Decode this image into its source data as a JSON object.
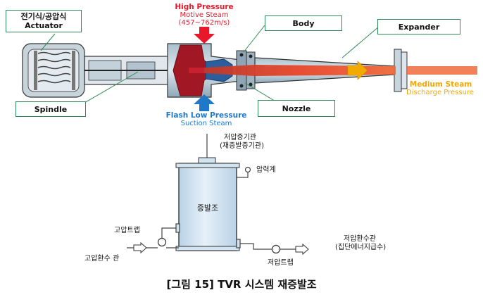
{
  "labels": {
    "actuator": "전기식/공압식\nActuator",
    "body": "Body",
    "expander": "Expander",
    "spindle": "Spindle",
    "nozzle": "Nozzle"
  },
  "steam": {
    "high_title": "High Pressure",
    "high_sub": "Motive Steam",
    "high_speed": "(457~762m/s)",
    "flash_title": "Flash Low Pressure",
    "flash_sub": "Suction Steam",
    "medium_title": "Medium Steam",
    "medium_sub": "Discharge Pressure"
  },
  "piping": {
    "lp_steam_pipe": "저압증기관",
    "lp_steam_pipe_sub": "(재증발증기관)",
    "pressure_gauge": "압력계",
    "flash_tank": "증발조",
    "hp_trap": "고압트랩",
    "hp_return": "고압환수 관",
    "lp_trap": "저압트랩",
    "lp_return": "저압환수관",
    "lp_return_sub": "(집단에너지급수)"
  },
  "caption": "[그림 15] TVR 시스템 재증발조",
  "colors": {
    "box_border": "#2e8b57",
    "high_red": "#e8182a",
    "flash_blue": "#1f78c8",
    "medium_orange": "#f2a900",
    "steam_jet": "#e8462a",
    "body_steel": "#7f9fb4",
    "tank_fill": "#d2e4f0"
  }
}
